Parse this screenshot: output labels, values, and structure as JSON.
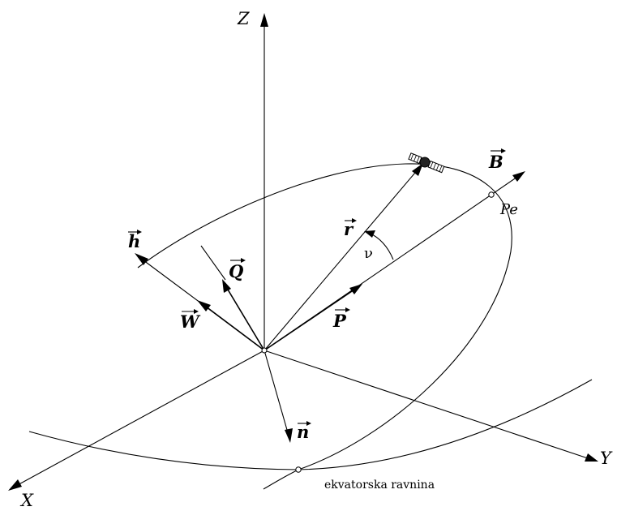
{
  "axes": {
    "x": "X",
    "y": "Y",
    "z": "Z"
  },
  "vectors": {
    "h": "h",
    "W": "W",
    "Q": "Q",
    "r": "r",
    "P": "P",
    "B": "B",
    "n": "n"
  },
  "labels": {
    "pericenter": "Pe",
    "true_anomaly": "ν",
    "equatorial_plane": "ekvatorska ravnina"
  },
  "colors": {
    "ink": "#000000",
    "background": "#ffffff"
  }
}
